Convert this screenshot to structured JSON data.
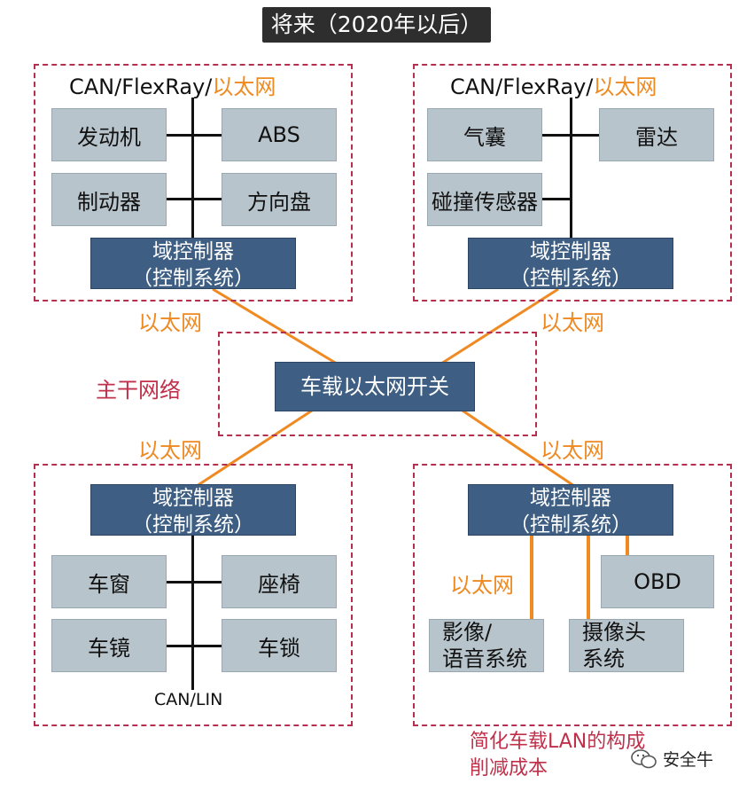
{
  "title": "将来（2020年以后）",
  "domains": {
    "top_left": {
      "bus_prefix": "CAN/FlexRay/",
      "bus_suffix": "以太网",
      "nodes": [
        "发动机",
        "ABS",
        "制动器",
        "方向盘"
      ],
      "controller_line1": "域控制器",
      "controller_line2": "（控制系统）"
    },
    "top_right": {
      "bus_prefix": "CAN/FlexRay/",
      "bus_suffix": "以太网",
      "nodes": [
        "气囊",
        "雷达",
        "碰撞传感器"
      ],
      "controller_line1": "域控制器",
      "controller_line2": "（控制系统）"
    },
    "bottom_left": {
      "controller_line1": "域控制器",
      "controller_line2": "（控制系统）",
      "nodes": [
        "车窗",
        "座椅",
        "车镜",
        "车锁"
      ],
      "bus_label": "CAN/LIN"
    },
    "bottom_right": {
      "controller_line1": "域控制器",
      "controller_line2": "（控制系统）",
      "ethernet_label": "以太网",
      "nodes": [
        "OBD"
      ],
      "node_video_line1": "影像/",
      "node_video_line2": "语音系统",
      "node_camera_line1": "摄像头",
      "node_camera_line2": "系统"
    }
  },
  "backbone": {
    "label": "主干网络",
    "switch_label": "车载以太网开关",
    "link_labels": [
      "以太网",
      "以太网",
      "以太网",
      "以太网"
    ]
  },
  "footnote": {
    "line1": "简化车载LAN的构成",
    "line2": "削减成本"
  },
  "watermark": "安全牛",
  "colors": {
    "zone_border": "#b5304e",
    "ethernet": "#ef8a23",
    "controller": "#3e5f83",
    "node": "#b8c4cb"
  }
}
